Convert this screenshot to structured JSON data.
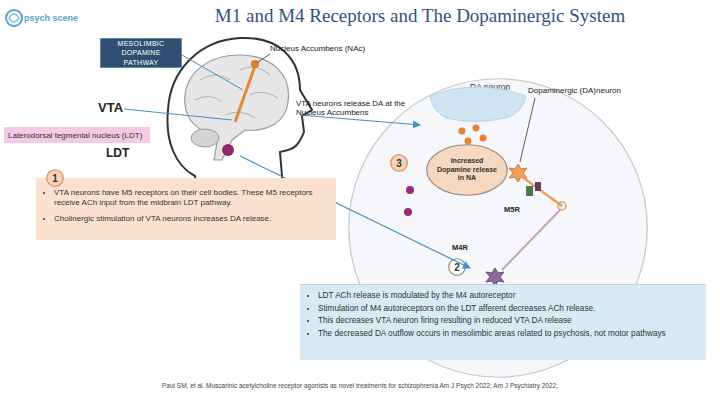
{
  "diagram": {
    "title": "M1 and M4 Receptors and The Dopaminergic System",
    "caption": "Paul SM, et al. Muscarinic acetylcholine receptor agonists as novel treatments for schizophrenia Am J Psych 2022; Am J Psychiatry 2022;",
    "nodes": [
      {
        "text": [
          "MESOLIMBIC DOPAMINE PATHWAY"
        ]
      },
      {
        "text": [
          "Laterodorsal tegmental nucleus (LDT)"
        ]
      },
      {
        "text": [
          "VTA neurons have M5 receptors on their cell bodies. These M5 receptors receive ACh input from the midbrain LDT pathway.",
          "Cholinergic stimulation of VTA neurons increases DA release."
        ]
      },
      {
        "text": [
          "1"
        ],
        "in": 2
      },
      {
        "text": [
          "DA neuron"
        ]
      },
      {
        "text": [
          "3"
        ],
        "in": 4
      },
      {
        "text": [
          "Increased Dopamine release in NA"
        ],
        "in": 4
      },
      {
        "text": [
          "2"
        ],
        "in": 4
      },
      {
        "text": [
          "LDT ACh release is modulated by the M4 autoreceptor",
          "Stimulation of M4 autoreceptors on the LDT afferent decreases ACh release.",
          "This decreases VTA neuron firing resulting in reduced VTA DA release",
          "The decreased DA outflow occurs in mesolimbic areas related to psychosis, not motor pathways"
        ]
      }
    ],
    "labels": [
      "psych scene",
      "Nucleus Accumbens (NAc)",
      "VTA",
      "LDT",
      "VTA neurons release DA at the Nucleus Accumbens",
      "Dopaminergic (DA)neuron",
      "M5R",
      "M4R"
    ]
  }
}
